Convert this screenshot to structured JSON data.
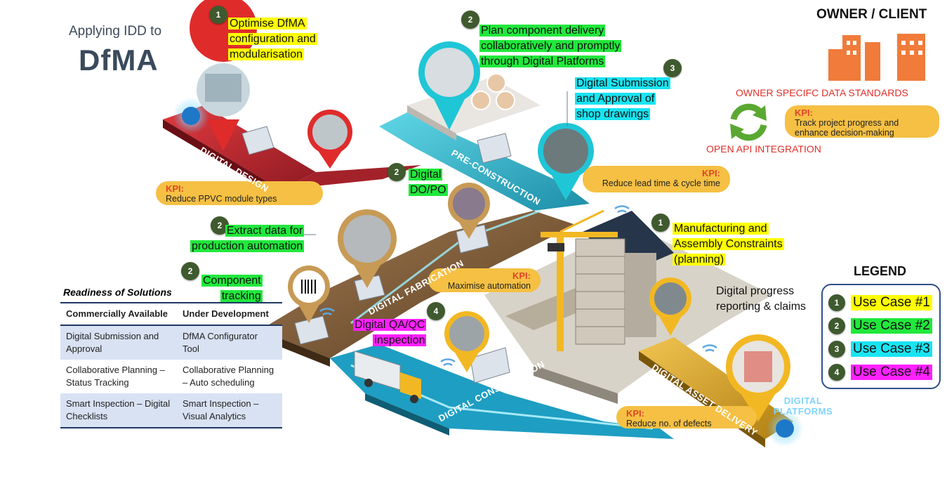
{
  "title": {
    "small": "Applying IDD to",
    "big": "DfMA"
  },
  "owner": {
    "title": "OWNER / CLIENT",
    "data_standards": "OWNER SPECIFC DATA STANDARDS",
    "open_api": "OPEN API INTEGRATION",
    "kpi_head": "KPI:",
    "kpi_text": "Track project progress and enhance decision-making"
  },
  "callouts": {
    "optimise": {
      "num": "1",
      "text1": "Optimise DfMA",
      "text2": "configuration and",
      "text3": "modularisation"
    },
    "plan": {
      "num": "2",
      "text1": "Plan component delivery",
      "text2": "collaboratively and promptly",
      "text3": "through Digital Platforms"
    },
    "submission": {
      "num": "3",
      "text1": "Digital Submission",
      "text2": "and Approval of",
      "text3": "shop drawings"
    },
    "dopo": {
      "num": "2",
      "text1": "Digital",
      "text2": "DO/PO"
    },
    "extract": {
      "num": "2",
      "text1": "Extract data for",
      "text2": "production automation"
    },
    "component": {
      "num": "2",
      "text1": "Component",
      "text2": "tracking"
    },
    "qaqc": {
      "num": "4",
      "text1": "Digital QA/QC",
      "text2": "inspection"
    },
    "manufacturing": {
      "num": "1",
      "text1": "Manufacturing and",
      "text2": "Assembly Constraints",
      "text3": "(planning)"
    },
    "progress": {
      "text1": "Digital progress",
      "text2": "reporting & claims"
    }
  },
  "kpis": {
    "design": {
      "head": "KPI:",
      "text": "Reduce PPVC module types"
    },
    "preconstruction": {
      "head": "KPI:",
      "text": "Reduce lead time & cycle time"
    },
    "fabrication": {
      "head": "KPI:",
      "text": "Maximise automation"
    },
    "delivery": {
      "head": "KPI:",
      "text": "Reduce no. of defects"
    }
  },
  "roads": {
    "design": "DIGITAL DESIGN",
    "preconstruction": "PRE-CONSTRUCTION",
    "fabrication": "DIGITAL FABRICATION",
    "construction": "DIGITAL CONSTRUCTION",
    "delivery": "DIGITAL ASSET DELIVERY",
    "platforms": "DIGITAL PLATFORMS"
  },
  "readiness": {
    "title": "Readiness of Solutions",
    "headers": [
      "Commercially Available",
      "Under Development"
    ],
    "rows": [
      [
        "Digital Submission and Approval",
        "DfMA Configurator Tool"
      ],
      [
        "Collaborative Planning – Status Tracking",
        "Collaborative Planning – Auto scheduling"
      ],
      [
        "Smart Inspection – Digital Checklists",
        "Smart Inspection – Visual Analytics"
      ]
    ]
  },
  "legend": {
    "title": "LEGEND",
    "items": [
      {
        "num": "1",
        "label": "Use Case #1",
        "color": "#ffff00"
      },
      {
        "num": "2",
        "label": "Use Case #2",
        "color": "#21e83c"
      },
      {
        "num": "3",
        "label": "Use Case #3",
        "color": "#19e4f2"
      },
      {
        "num": "4",
        "label": "Use Case #4",
        "color": "#ff21ff"
      }
    ]
  },
  "colors": {
    "design_road": "#c0262d",
    "precon_road": "#2fb4c8",
    "fab_road": "#7a5a3a",
    "construction_road": "#27a4c4",
    "delivery_road": "#b7861c",
    "kpi_fill": "#f5c043",
    "building_orange": "#f07b3a",
    "sync_green": "#5aa832"
  }
}
